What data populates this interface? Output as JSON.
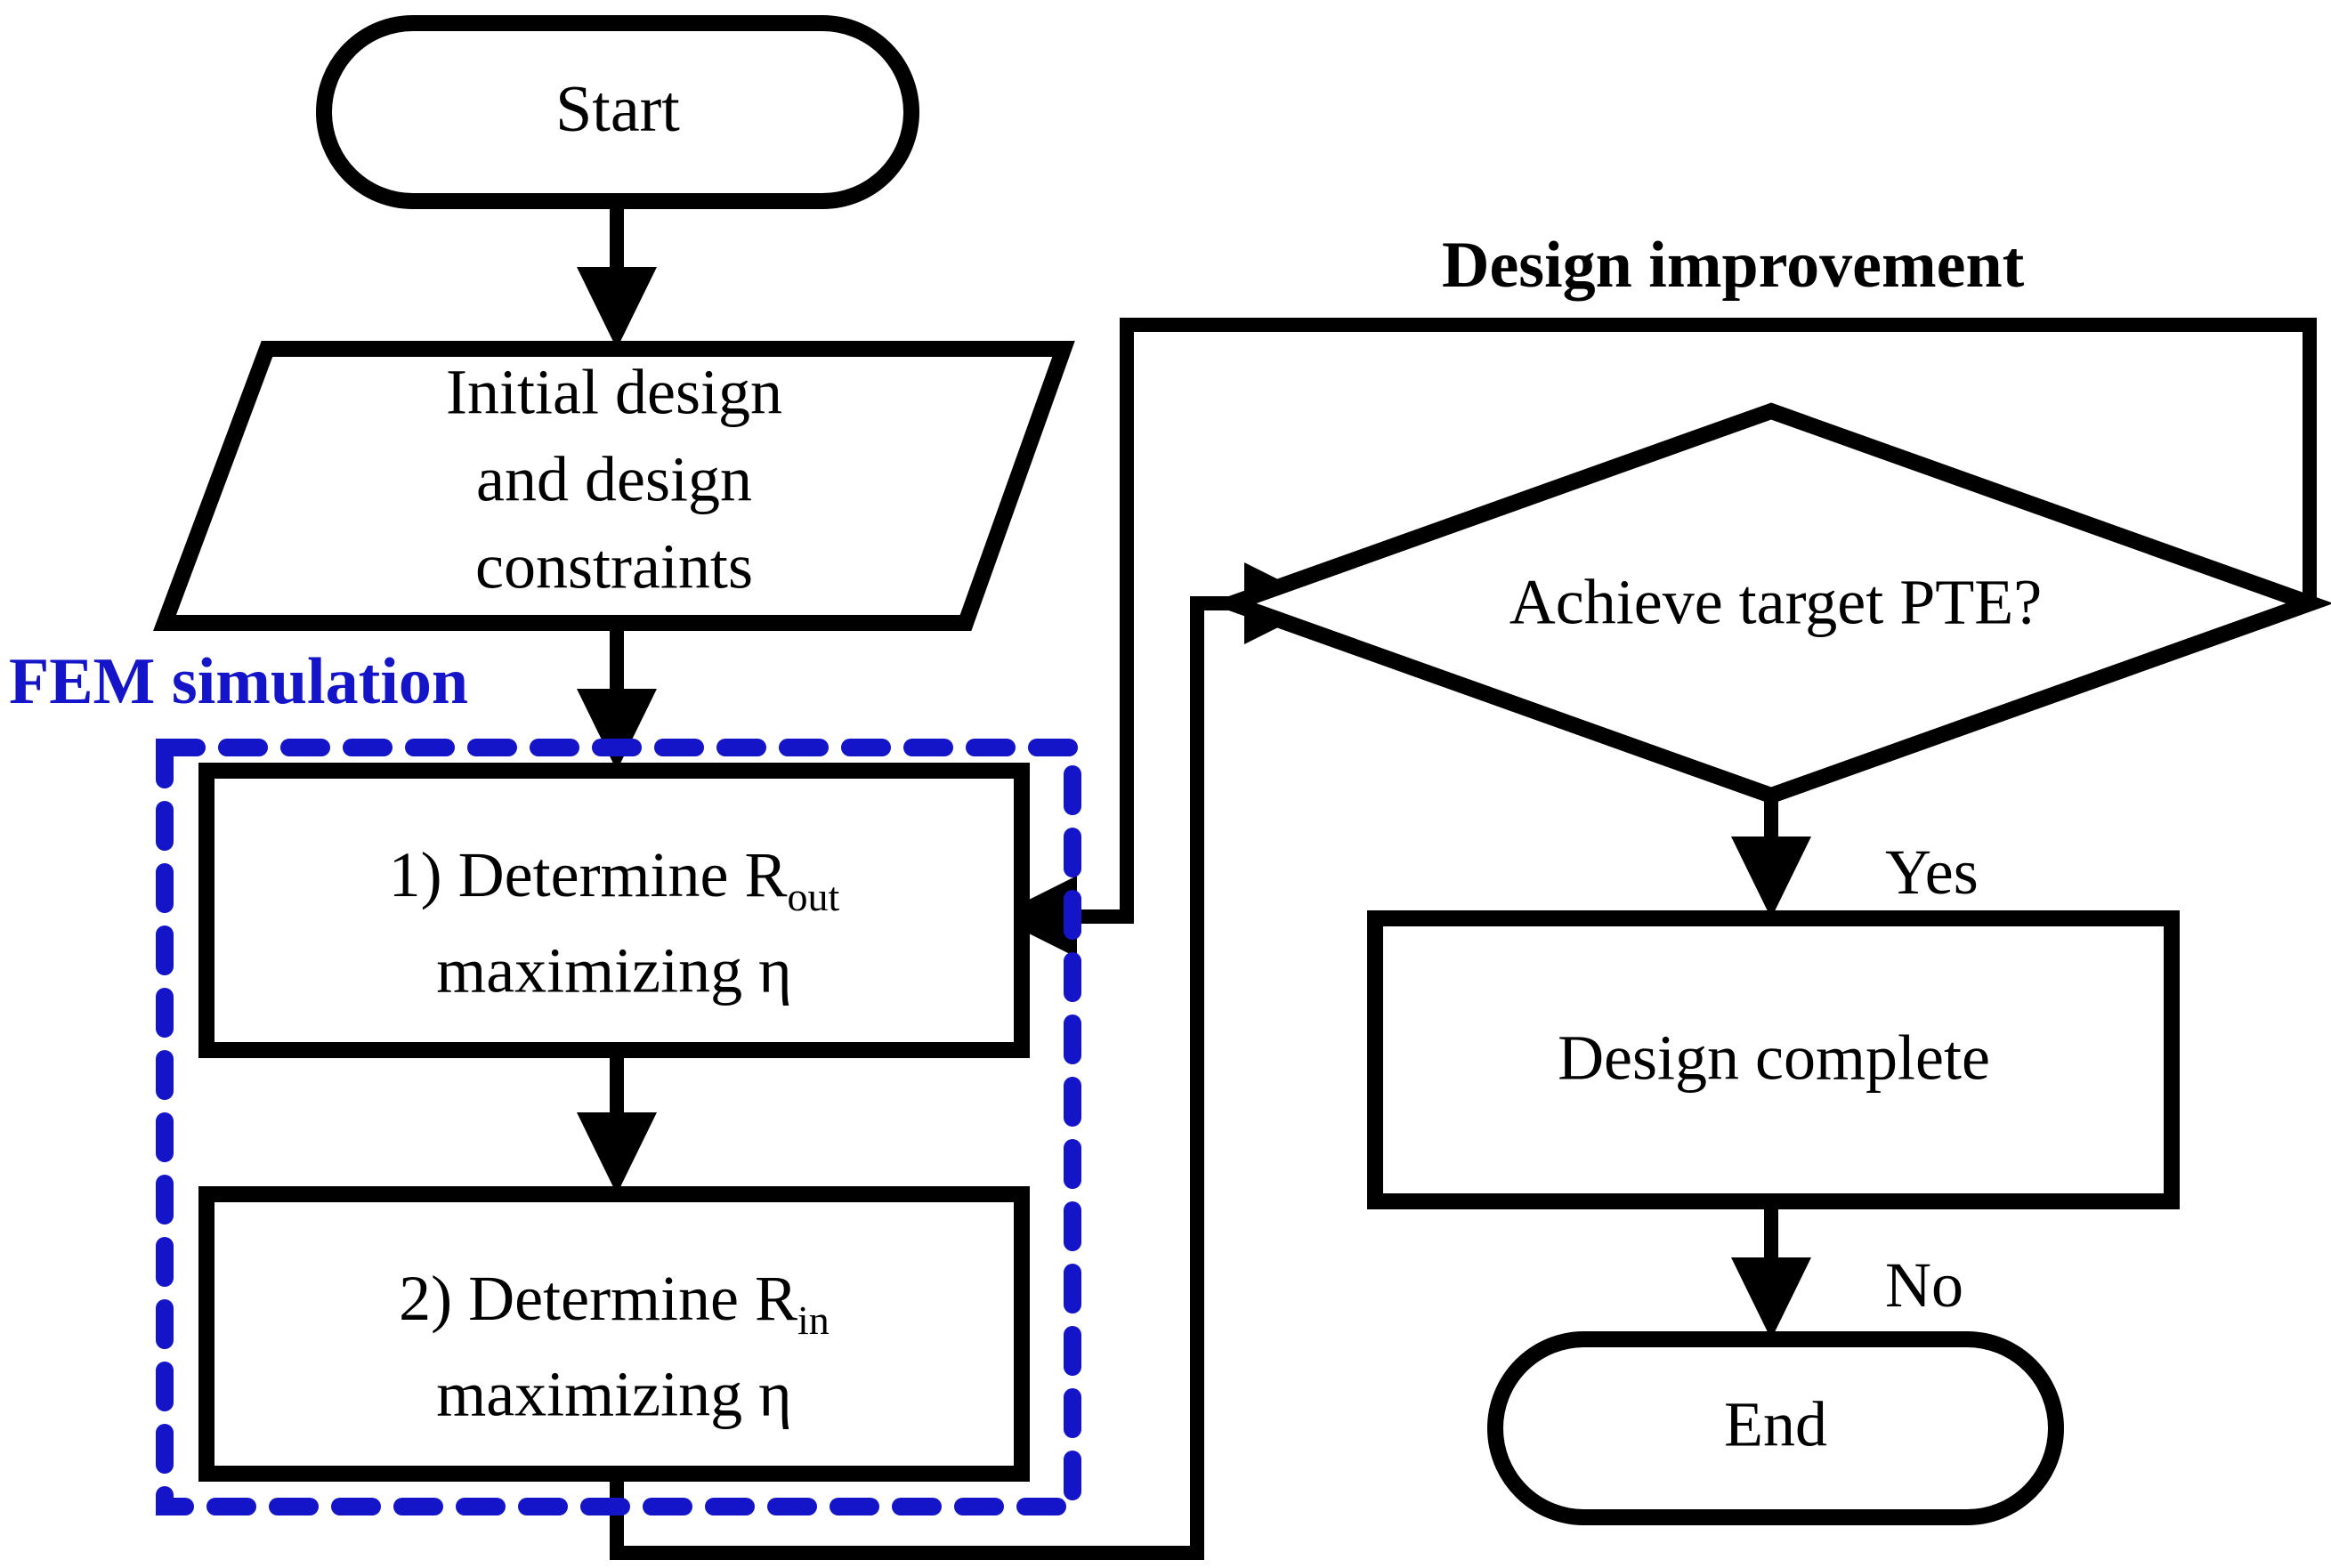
{
  "diagram": {
    "title_semantic": "design-optimization-flowchart",
    "background_color": "#ffffff",
    "line_color": "#000000",
    "accent_color": "#1414C8"
  },
  "nodes": {
    "start": {
      "label": "Start",
      "shape": "terminator"
    },
    "initial_design": {
      "line1": "Initial design",
      "line2": "and design",
      "line3": "constraints",
      "shape": "parallelogram"
    },
    "step1": {
      "prefix": "1) Determine R",
      "subscript": "out",
      "line2": "maximizing η",
      "shape": "process"
    },
    "step2": {
      "prefix": "2) Determine R",
      "subscript": "in",
      "line2": "maximizing η",
      "shape": "process"
    },
    "decision": {
      "label": "Achieve target PTE?",
      "shape": "diamond"
    },
    "design_complete": {
      "label": "Design complete",
      "shape": "process"
    },
    "end": {
      "label": "End",
      "shape": "terminator"
    }
  },
  "group_labels": {
    "fem": {
      "text": "FEM simulation",
      "color": "#1414C8"
    },
    "design_improvement": {
      "text": "Design improvement",
      "color": "#000000"
    }
  },
  "branch_labels": {
    "yes": "Yes",
    "no": "No"
  }
}
